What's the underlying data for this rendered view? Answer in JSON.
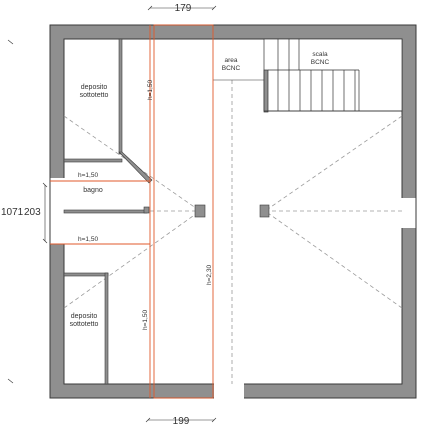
{
  "dimensions": {
    "top": "179",
    "bottom": "199",
    "left_outer": "1071",
    "left_inner": "203"
  },
  "labels": {
    "deposito_top": [
      "deposito",
      "sottotetto"
    ],
    "deposito_bottom": [
      "deposito",
      "sottotetto"
    ],
    "bagno": "bagno",
    "h150_a": "h=1,50",
    "h150_b": "h=1,50",
    "h150_c": "h=1,50",
    "h150_d": "h=1,50",
    "h230": "h=2,30",
    "area_bcnc": [
      "area",
      "BCNC"
    ],
    "scala_bcnc": [
      "scala",
      "BCNC"
    ]
  },
  "colors": {
    "wall": "#8f8f8f",
    "wall_edge": "#3a3a3a",
    "section": "#e05a2b",
    "line": "#333333",
    "dashed": "#9a9a9a"
  }
}
